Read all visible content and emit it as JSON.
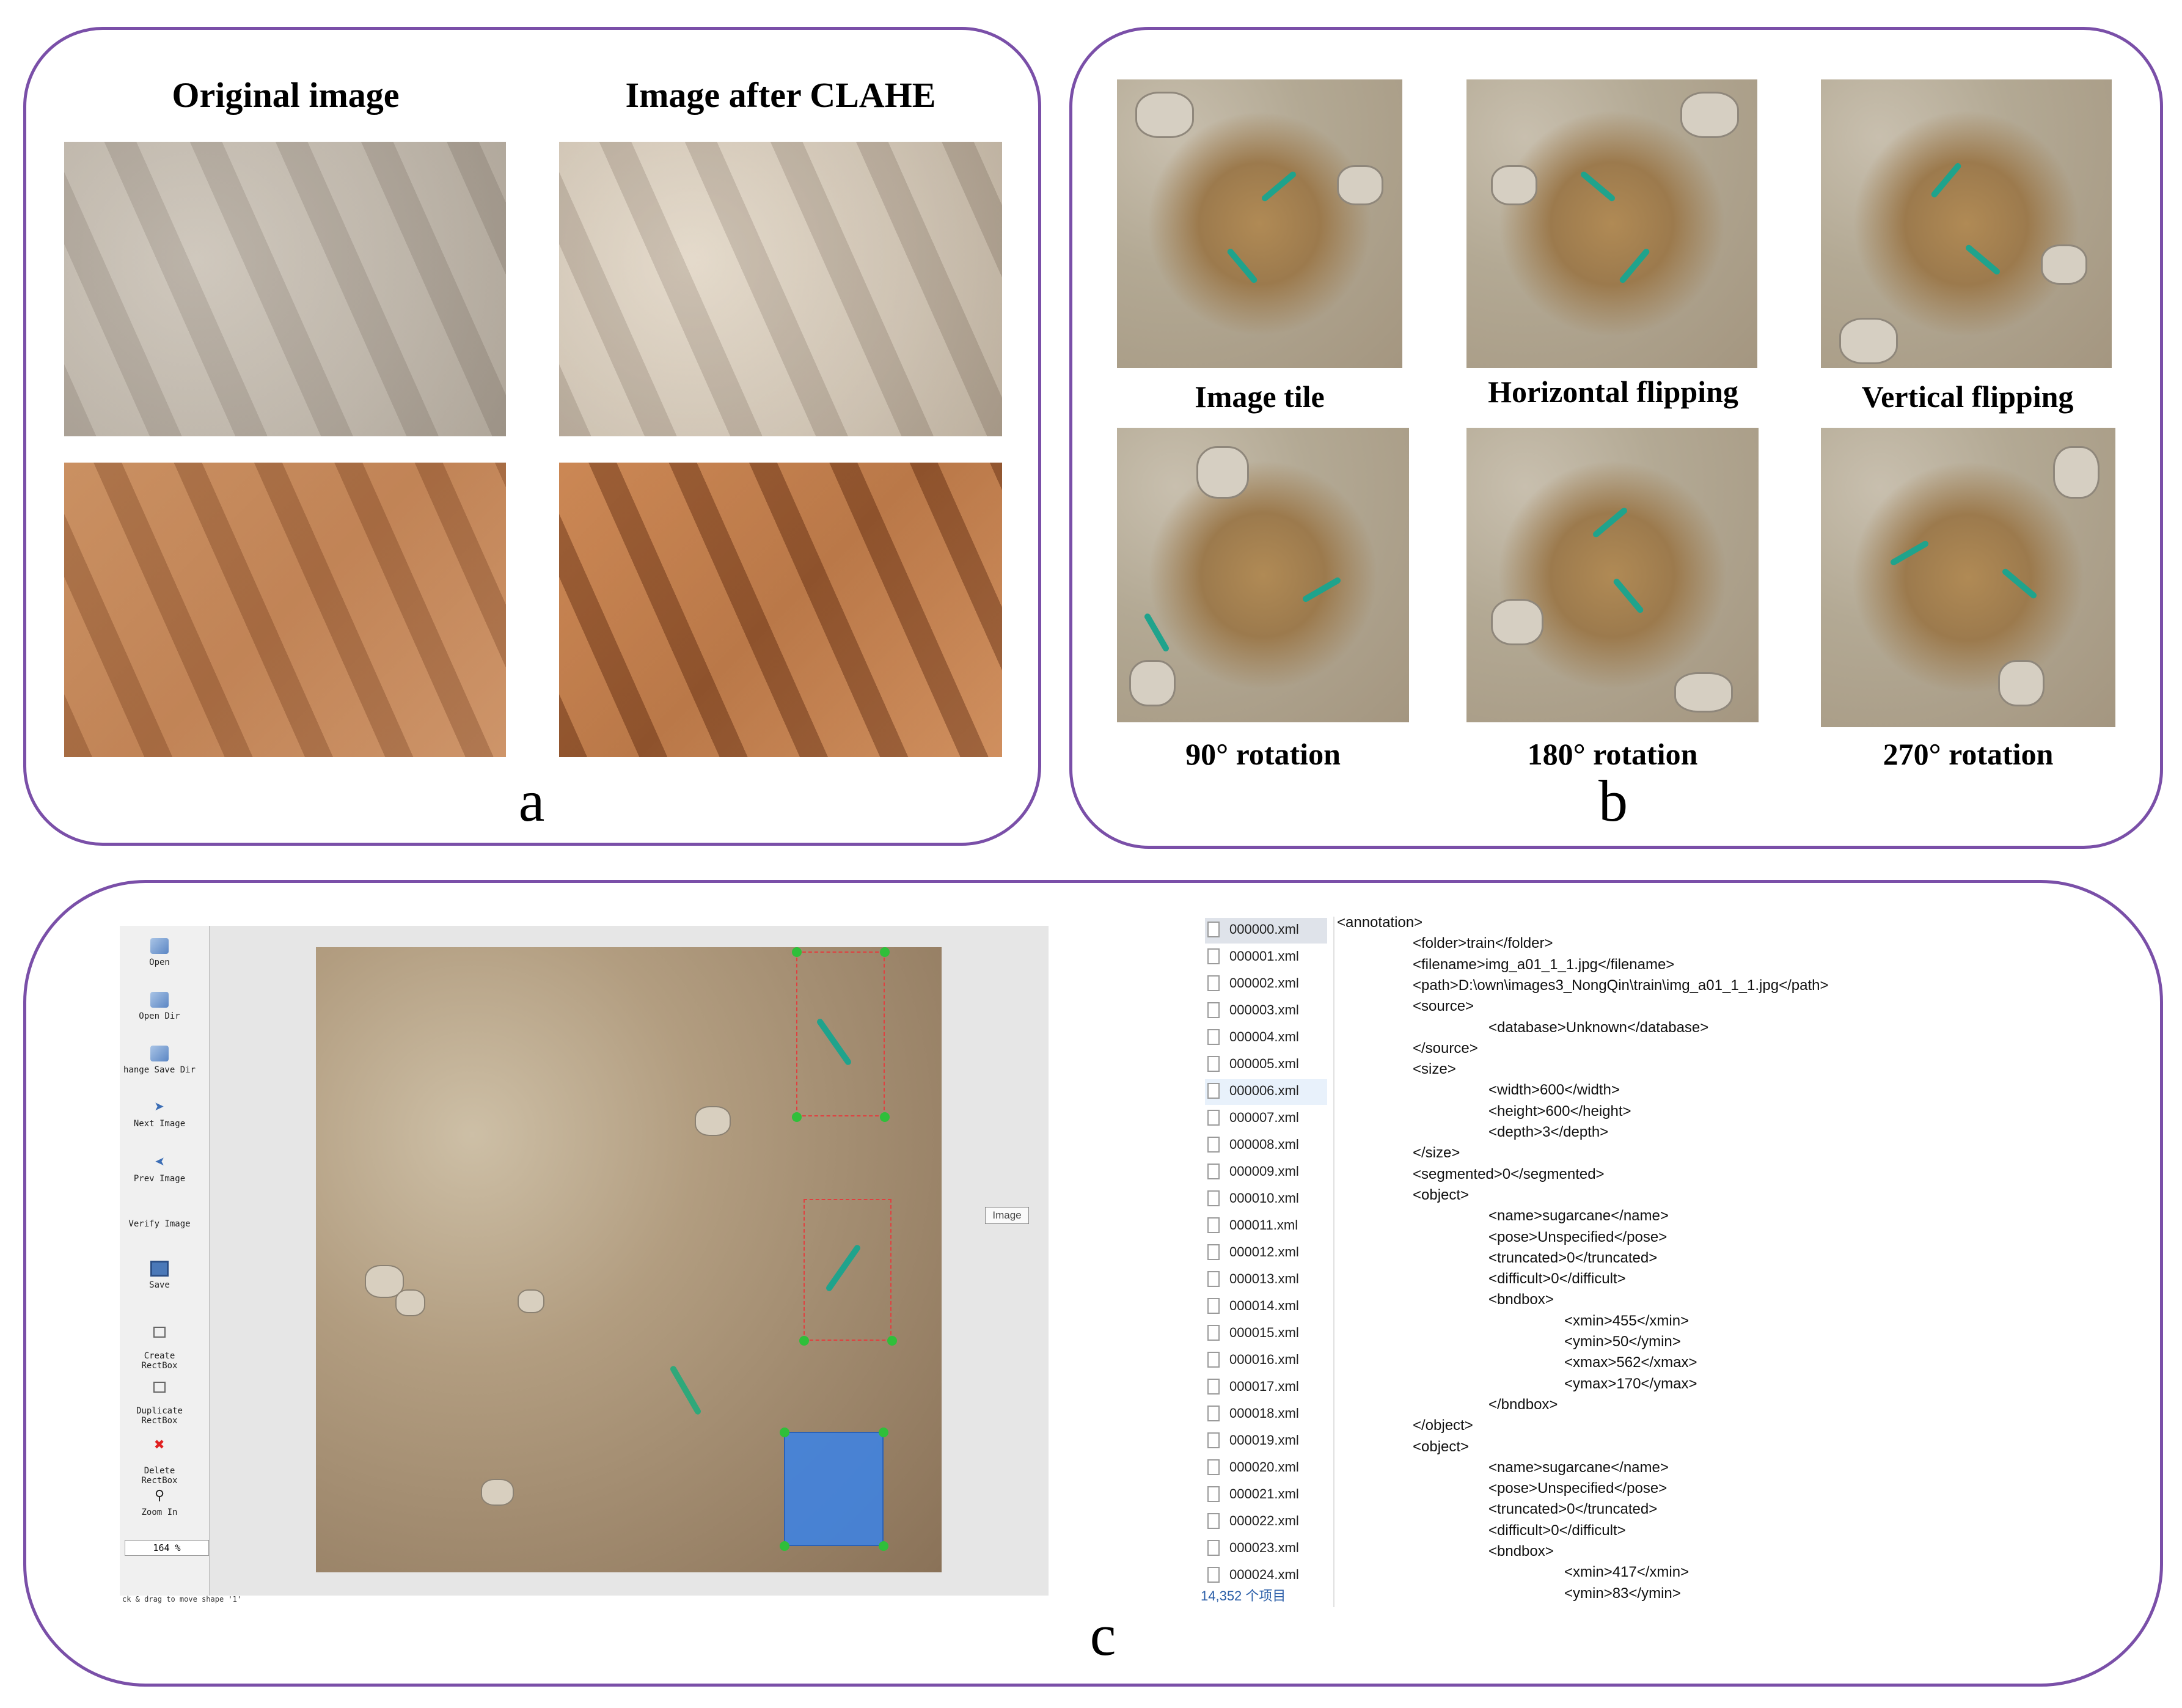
{
  "panel_a": {
    "label": "a",
    "title_left": "Original image",
    "title_right": "Image after CLAHE"
  },
  "panel_b": {
    "label": "b",
    "captions": [
      "Image tile",
      "Horizontal flipping",
      "Vertical flipping",
      "90° rotation",
      "180° rotation",
      "270° rotation"
    ]
  },
  "panel_c": {
    "label": "c",
    "labelimg": {
      "toolbar": [
        "Open",
        "Open Dir",
        "hange Save Dir",
        "Next Image",
        "Prev Image",
        "Verify Image",
        "Save",
        "Create\nRectBox",
        "Duplicate\nRectBox",
        "Delete\nRectBox",
        "Zoom In"
      ],
      "zoom_value": "164 %",
      "side_tab": "Image",
      "status_text": "ck & drag to move shape '1'"
    },
    "explorer": {
      "files": [
        "000000.xml",
        "000001.xml",
        "000002.xml",
        "000003.xml",
        "000004.xml",
        "000005.xml",
        "000006.xml",
        "000007.xml",
        "000008.xml",
        "000009.xml",
        "000010.xml",
        "000011.xml",
        "000012.xml",
        "000013.xml",
        "000014.xml",
        "000015.xml",
        "000016.xml",
        "000017.xml",
        "000018.xml",
        "000019.xml",
        "000020.xml",
        "000021.xml",
        "000022.xml",
        "000023.xml",
        "000024.xml"
      ],
      "item_count": "14,352 个项目"
    },
    "xml_lines": [
      "<annotation>",
      "<folder>train</folder>",
      "<filename>img_a01_1_1.jpg</filename>",
      "<path>D:\\own\\images3_NongQin\\train\\img_a01_1_1.jpg</path>",
      "<source>",
      "<database>Unknown</database>",
      "</source>",
      "<size>",
      "<width>600</width>",
      "<height>600</height>",
      "<depth>3</depth>",
      "</size>",
      "<segmented>0</segmented>",
      "<object>",
      "<name>sugarcane</name>",
      "<pose>Unspecified</pose>",
      "<truncated>0</truncated>",
      "<difficult>0</difficult>",
      "<bndbox>",
      "<xmin>455</xmin>",
      "<ymin>50</ymin>",
      "<xmax>562</xmax>",
      "<ymax>170</ymax>",
      "</bndbox>",
      "</object>",
      "<object>",
      "<name>sugarcane</name>",
      "<pose>Unspecified</pose>",
      "<truncated>0</truncated>",
      "<difficult>0</difficult>",
      "<bndbox>",
      "<xmin>417</xmin>",
      "<ymin>83</ymin>"
    ]
  },
  "colors": {
    "panel_border": "#7a4fa8",
    "bbox_red": "#e04040",
    "bbox_fill": "#3b82e6",
    "vertex_green": "#2fbf3a"
  }
}
